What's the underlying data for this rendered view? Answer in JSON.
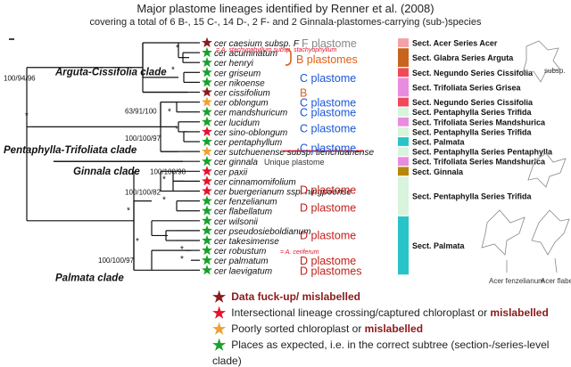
{
  "title_line1": "Major plastome lineages identified by Renner et al. (2008)",
  "title_line2": "covering a total of 6 B-, 15 C-, 14 D-, 2 F- and 2 Ginnala-plastomes-carrying (sub-)species",
  "colors": {
    "dark_red": "#8b1a1a",
    "red": "#e8112d",
    "orange": "#f0a030",
    "green": "#19a12a",
    "blue": "#1a56db",
    "plastome_red": "#c0201a",
    "plastome_orange": "#e0601a",
    "plastome_grey": "#888888"
  },
  "taxa": [
    {
      "name": "cer caesium subsp. F",
      "star": "dark_red"
    },
    {
      "name": "cer acuminatum",
      "star": "green"
    },
    {
      "name": "cer henryi",
      "star": "green"
    },
    {
      "name": "cer griseum",
      "star": "green"
    },
    {
      "name": "cer nikoense",
      "star": "green"
    },
    {
      "name": "cer cissifolium",
      "star": "dark_red"
    },
    {
      "name": "cer oblongum",
      "star": "orange"
    },
    {
      "name": "cer mandshuricum",
      "star": "green"
    },
    {
      "name": "cer lucidum",
      "star": "green"
    },
    {
      "name": "cer sino-oblongum",
      "star": "red"
    },
    {
      "name": "cer pentaphyllum",
      "star": "green"
    },
    {
      "name": "cer sutchuenense subsp. tienchuanense",
      "star": "orange"
    },
    {
      "name": "cer ginnala",
      "star": "green"
    },
    {
      "name": "cer paxii",
      "star": "red"
    },
    {
      "name": "cer cinnamomifolium",
      "star": "red"
    },
    {
      "name": "cer buergerianum ssp. ningpoense",
      "star": "red"
    },
    {
      "name": "cer fenzelianum",
      "star": "green"
    },
    {
      "name": "cer flabellatum",
      "star": "green"
    },
    {
      "name": "cer wilsonii",
      "star": "green"
    },
    {
      "name": "cer pseudosieboldianum",
      "star": "green"
    },
    {
      "name": "cer takesimense",
      "star": "green"
    },
    {
      "name": "cer robustum",
      "star": "green"
    },
    {
      "name": "cer palmatum",
      "star": "green"
    },
    {
      "name": "cer laevigatum",
      "star": "green"
    }
  ],
  "annotations": {
    "stachyophyllum": "= A. stachyophyllum subsp. stachyophyllum",
    "unique_plastome": "Unique plastome",
    "robustum_syn": "= A. ceriferum"
  },
  "plastome_labels": [
    {
      "text": "F plastome",
      "color": "plastome_grey"
    },
    {
      "text": "B plastomes",
      "color": "plastome_orange"
    },
    {
      "text": "C plastome",
      "color": "blue"
    },
    {
      "text": "B",
      "color": "plastome_orange"
    },
    {
      "text": "C plastome",
      "color": "blue"
    },
    {
      "text": "C plastome",
      "color": "blue"
    },
    {
      "text": "C plastome",
      "color": "blue"
    },
    {
      "text": "C plastome",
      "color": "blue"
    },
    {
      "text": "D plastome",
      "color": "plastome_red"
    },
    {
      "text": "D plastome",
      "color": "plastome_red"
    },
    {
      "text": "D plastome",
      "color": "plastome_red"
    },
    {
      "text": "D plastome",
      "color": "plastome_red"
    },
    {
      "text": "D plastomes",
      "color": "plastome_red"
    }
  ],
  "clades": [
    "Arguta-Cissifolia clade",
    "Pentaphylla-Trifoliata clade",
    "Ginnala clade",
    "Palmata clade"
  ],
  "supports": [
    "100/94/96",
    "63/91/100",
    "100/100/97",
    "100/100/98",
    "100/100/82",
    "100/100/97"
  ],
  "sections": [
    {
      "label": "Sect. Acer Series Acer",
      "color": "#f4a0a8"
    },
    {
      "label": "Sect. Glabra Series Arguta",
      "color": "#c8641e"
    },
    {
      "label": "Sect. Negundo Series Cissifolia",
      "color": "#f04a5a"
    },
    {
      "label": "Sect. Trifoliata Series Grisea",
      "color": "#e88ce0"
    },
    {
      "label": "Sect. Negundo Series Cissifolia",
      "color": "#f04a5a"
    },
    {
      "label": "Sect. Pentaphylla Series Trifida",
      "color": "#d8f4dc"
    },
    {
      "label": "Sect. Trifoliata Series Mandshurica",
      "color": "#e88ce0"
    },
    {
      "label": "Sect. Pentaphylla Series Trifida",
      "color": "#d8f4dc"
    },
    {
      "label": "Sect. Palmata",
      "color": "#28c4c8"
    },
    {
      "label": "Sect. Pentaphylla Series Pentaphylla",
      "color": "#d8f4dc"
    },
    {
      "label": "Sect. Trifoliata Series Mandshurica",
      "color": "#e88ce0"
    },
    {
      "label": "Sect. Ginnala",
      "color": "#b8860b"
    },
    {
      "label": "Sect. Pentaphylla Series Trifida",
      "color": "#d8f4dc"
    },
    {
      "label": "Sect. Palmata",
      "color": "#28c4c8"
    }
  ],
  "leaf_labels": [
    "subsp.",
    "Acer fenzelianum",
    "Acer flabell"
  ],
  "legend": [
    {
      "star": "dark_red",
      "text": "Data fuck-up/ mislabelled",
      "hl": ""
    },
    {
      "star": "red",
      "text": "Intersectional lineage crossing/captured chloroplast or ",
      "hl": "mislabelled"
    },
    {
      "star": "orange",
      "text": "Poorly sorted chloroplast or ",
      "hl": "mislabelled"
    },
    {
      "star": "green",
      "text": "Places as expected, i.e. in the correct subtree (section-/series-level clade)",
      "hl": ""
    }
  ]
}
